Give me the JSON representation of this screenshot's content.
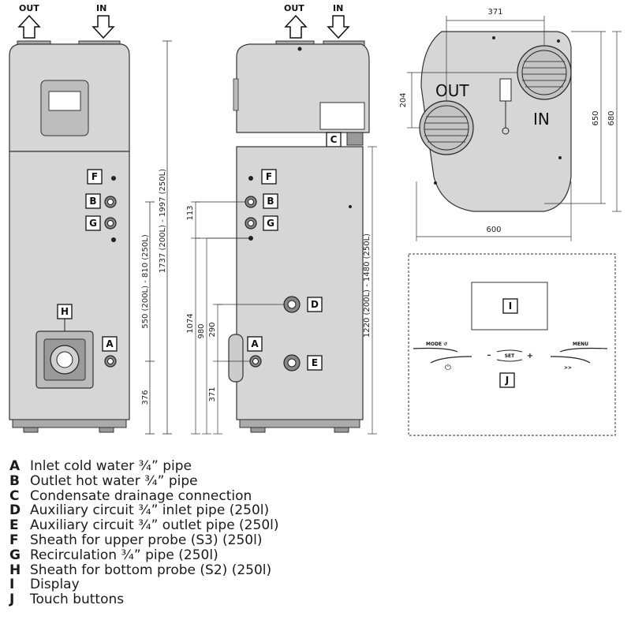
{
  "arrows": {
    "front_out": "OUT",
    "front_in": "IN",
    "side_out": "OUT",
    "side_in": "IN"
  },
  "front_view": {
    "labels": {
      "f": "F",
      "b": "B",
      "g": "G",
      "h": "H",
      "a": "A"
    },
    "dims": {
      "d376": "376",
      "d550": "550 (200L) - 810 (250L)",
      "d1737": "1737 (200L) - 1997 (250L)"
    }
  },
  "side_view": {
    "labels": {
      "f": "F",
      "b": "B",
      "g": "G",
      "c": "C",
      "d": "D",
      "a": "A",
      "e": "E"
    },
    "dims": {
      "d113": "113",
      "d1074": "1074",
      "d980": "980",
      "d290": "290",
      "d371": "371",
      "d1220": "1220 (200L) - 1480 (250L)"
    }
  },
  "top_view": {
    "out": "OUT",
    "in": "IN",
    "dims": {
      "d371": "371",
      "d204": "204",
      "d650": "650",
      "d680": "680",
      "d600": "600"
    }
  },
  "panel": {
    "display_label": "I",
    "touch_label": "J",
    "mode": "MODE ↺",
    "menu": "MENU",
    "set": "SET",
    "minus": "–",
    "plus": "+",
    "power": "⏻",
    "next": ">>"
  },
  "legend": [
    {
      "key": "A",
      "text": "Inlet cold water ¾” pipe"
    },
    {
      "key": "B",
      "text": "Outlet hot water ¾” pipe"
    },
    {
      "key": "C",
      "text": "Condensate drainage connection"
    },
    {
      "key": "D",
      "text": "Auxiliary circuit ¾” inlet pipe (250l)"
    },
    {
      "key": "E",
      "text": "Auxiliary circuit ¾” outlet pipe (250l)"
    },
    {
      "key": "F",
      "text": "Sheath for upper probe (S3) (250l)"
    },
    {
      "key": "G",
      "text": "Recirculation ¾” pipe (250l)"
    },
    {
      "key": "H",
      "text": "Sheath for bottom probe (S2) (250l)"
    },
    {
      "key": "I",
      "text": "Display"
    },
    {
      "key": "J",
      "text": "Touch buttons"
    }
  ]
}
